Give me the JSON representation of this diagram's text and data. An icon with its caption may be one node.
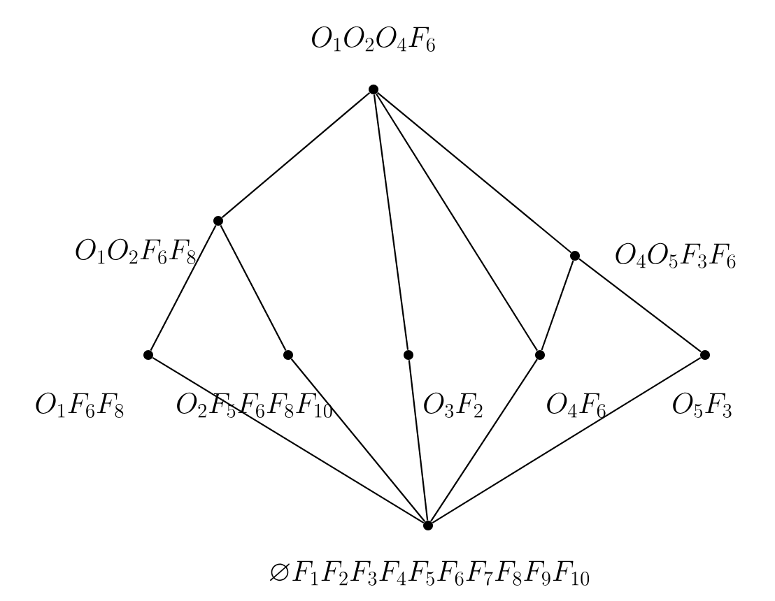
{
  "diagram": {
    "nodes": [
      {
        "text": [],
        "shape": "circle",
        "beside": [
          "O_1O_2O_4F_6"
        ]
      },
      {
        "text": [],
        "shape": "circle",
        "beside": [
          "O_1O_2F_6F_8"
        ]
      },
      {
        "text": [],
        "shape": "circle",
        "beside": [
          "O_4O_5F_3F_6"
        ]
      },
      {
        "text": [],
        "shape": "circle",
        "beside": [
          "O_1F_6F_8"
        ]
      },
      {
        "text": [],
        "shape": "circle",
        "beside": [
          "O_2F_5F_6F_8F_{10}"
        ]
      },
      {
        "text": [],
        "shape": "circle",
        "beside": [
          "O_3F_2"
        ]
      },
      {
        "text": [],
        "shape": "circle",
        "beside": [
          "O_4F_6"
        ]
      },
      {
        "text": [],
        "shape": "circle",
        "beside": [
          "O_5F_3"
        ]
      },
      {
        "text": [],
        "shape": "circle",
        "beside": [
          "\\varnothing F_1F_2F_3F_4F_5F_6F_7F_8F_9F_{10}"
        ]
      }
    ],
    "edges": [
      {
        "from": 0,
        "to": 1,
        "arrow": "none"
      },
      {
        "from": 0,
        "to": 5,
        "arrow": "none"
      },
      {
        "from": 0,
        "to": 6,
        "arrow": "none"
      },
      {
        "from": 0,
        "to": 2,
        "arrow": "none"
      },
      {
        "from": 2,
        "to": 7,
        "arrow": "none"
      },
      {
        "from": 2,
        "to": 6,
        "arrow": "none"
      },
      {
        "from": 1,
        "to": 3,
        "arrow": "none"
      },
      {
        "from": 1,
        "to": 4,
        "arrow": "none"
      },
      {
        "from": 3,
        "to": 8,
        "arrow": "none"
      },
      {
        "from": 4,
        "to": 8,
        "arrow": "none"
      },
      {
        "from": 5,
        "to": 8,
        "arrow": "none"
      },
      {
        "from": 6,
        "to": 8,
        "arrow": "none"
      },
      {
        "from": 7,
        "to": 8,
        "arrow": "none"
      }
    ]
  }
}
